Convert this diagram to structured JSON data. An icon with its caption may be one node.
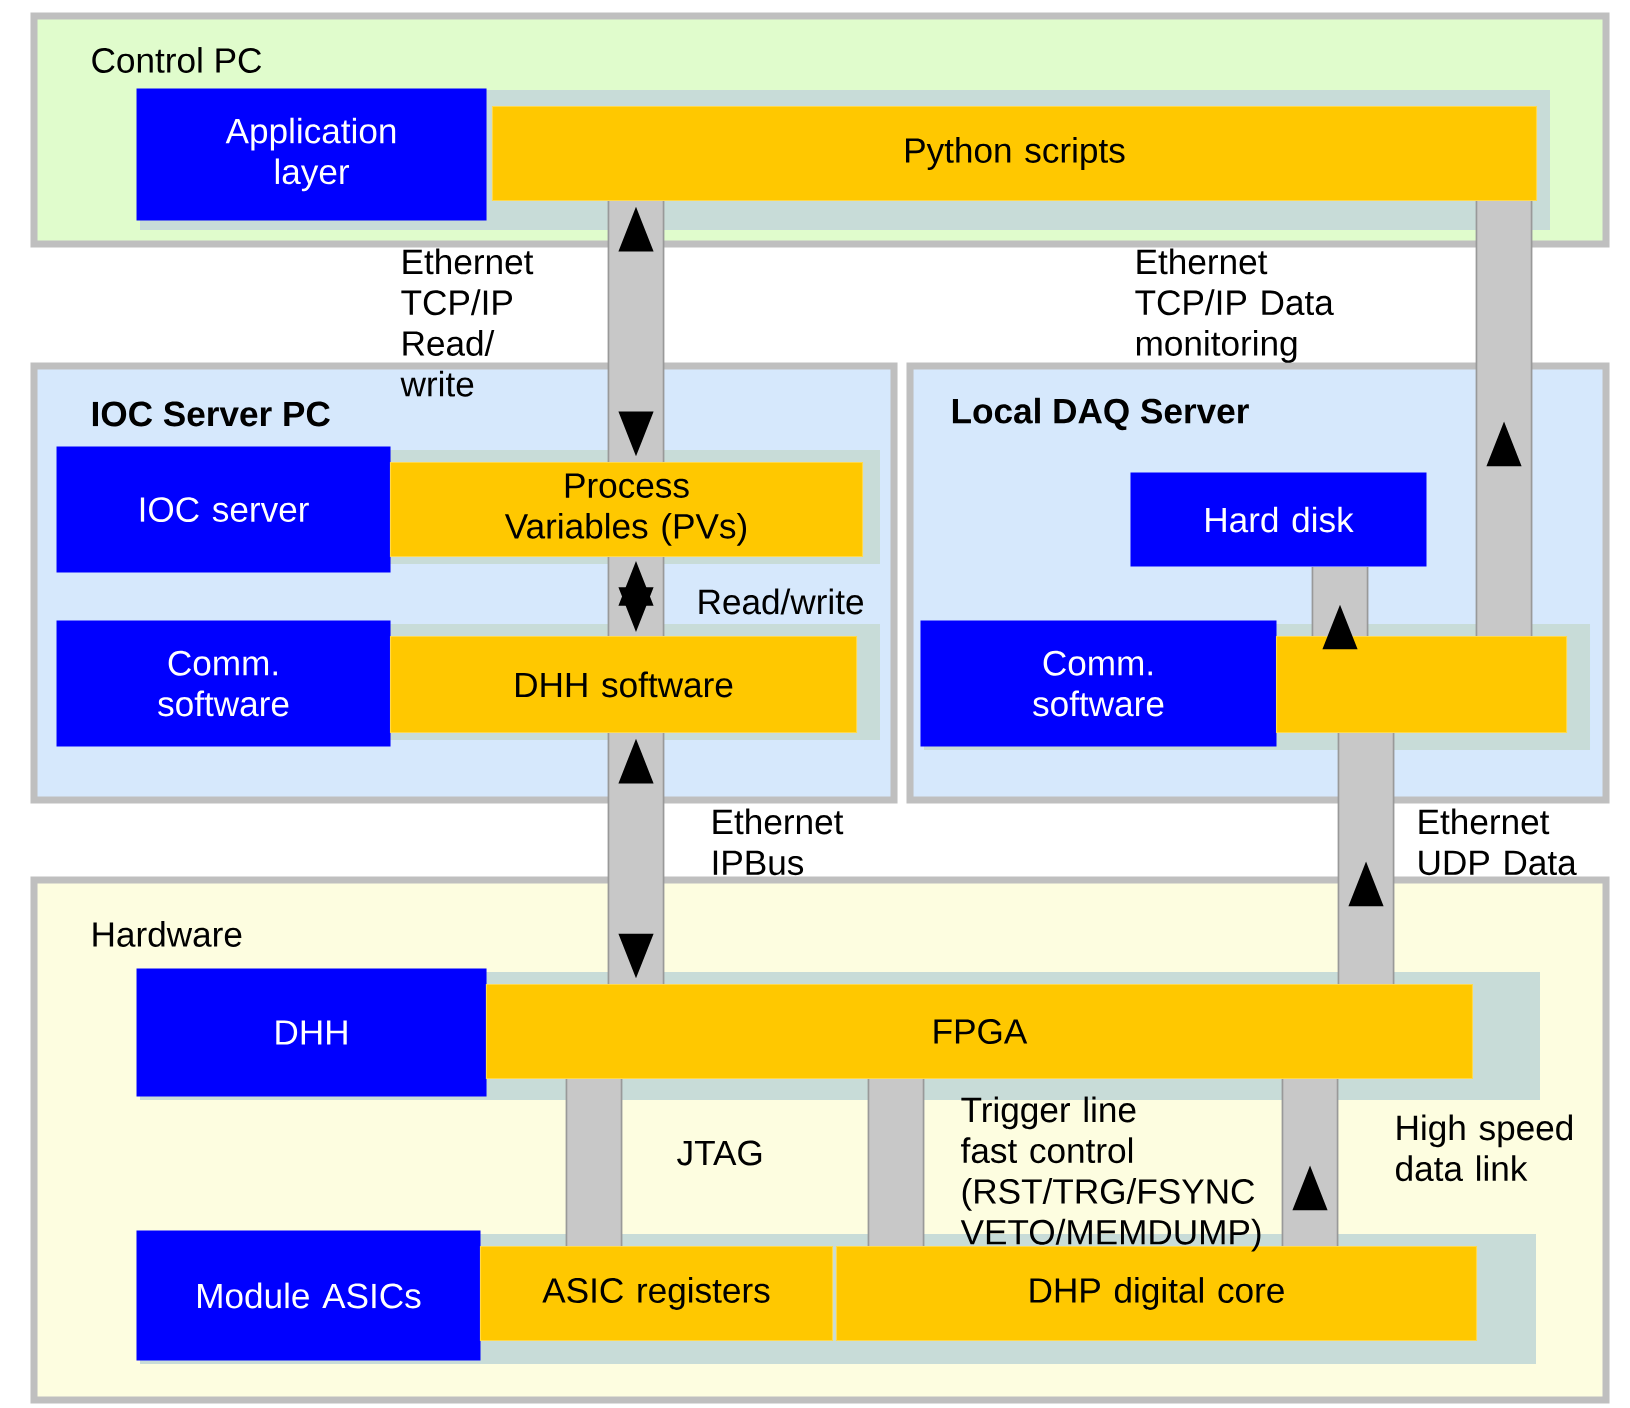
{
  "diagram": {
    "nodes": [
      {
        "text": [
          "Control PC"
        ]
      },
      {
        "text": [
          "Application layer"
        ],
        "in": 0
      },
      {
        "text": [
          "Python scripts"
        ],
        "in": 0
      },
      {
        "text": [
          "IOC Server PC"
        ]
      },
      {
        "text": [
          "IOC server"
        ],
        "in": 3
      },
      {
        "text": [
          "Process Variables (PVs)"
        ],
        "in": 3
      },
      {
        "text": [
          "Comm. software"
        ],
        "in": 3
      },
      {
        "text": [
          "DHH software"
        ],
        "in": 3
      },
      {
        "text": [
          "Local DAQ Server"
        ]
      },
      {
        "text": [
          "Hard disk"
        ],
        "in": 8
      },
      {
        "text": [
          "Comm. software"
        ],
        "in": 8
      },
      {
        "text": [],
        "shape": "box",
        "in": 8
      },
      {
        "text": [
          "Hardware"
        ]
      },
      {
        "text": [
          "DHH"
        ],
        "in": 12
      },
      {
        "text": [
          "FPGA"
        ],
        "in": 12
      },
      {
        "text": [
          "Module ASICs"
        ],
        "in": 12
      },
      {
        "text": [
          "ASIC registers"
        ],
        "in": 12
      },
      {
        "text": [
          "DHP digital core"
        ],
        "in": 12
      }
    ],
    "edges": [
      {
        "from": 2,
        "to": 5,
        "arrow": "both",
        "label": "Ethernet TCP/IP Read/ write"
      },
      {
        "from": 5,
        "to": 7,
        "arrow": "both",
        "label": "Read/write"
      },
      {
        "from": 7,
        "to": 14,
        "arrow": "both",
        "label": "Ethernet IPBus"
      },
      {
        "from": 11,
        "to": 2,
        "arrow": "to",
        "label": "Ethernet TCP/IP Data monitoring"
      },
      {
        "from": 11,
        "to": 9,
        "arrow": "to"
      },
      {
        "from": 14,
        "to": 11,
        "arrow": "to",
        "label": "Ethernet UDP Data"
      },
      {
        "from": 14,
        "to": 16,
        "arrow": "none",
        "label": "JTAG"
      },
      {
        "from": 14,
        "to": 17,
        "arrow": "none",
        "label": "Trigger line fast control (RST/TRG/FSYNC VETO/MEMDUMP)"
      },
      {
        "from": 17,
        "to": 14,
        "arrow": "to",
        "label": "High speed data link"
      }
    ]
  }
}
